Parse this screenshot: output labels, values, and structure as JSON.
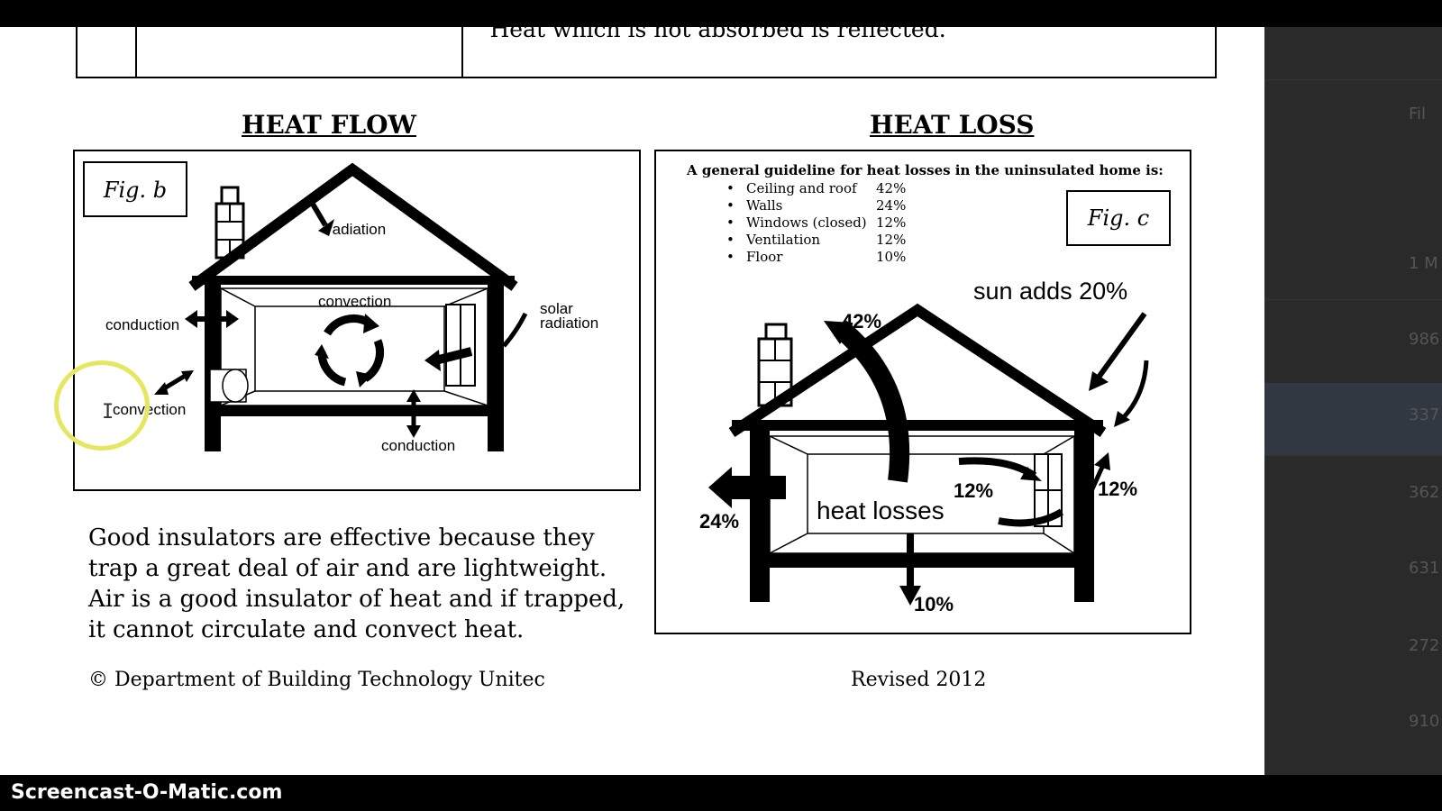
{
  "table_fragment": {
    "text": "Heat which is not absorbed is reflected."
  },
  "left_section": {
    "heading": "HEAT FLOW",
    "fig_label": "Fig. b",
    "labels": {
      "radiation": "radiation",
      "convection_top": "convection",
      "conduction_left": "conduction",
      "solar": "solar",
      "solar_radiation": "radiation",
      "convection_bottom": "convection",
      "conduction_bottom": "conduction"
    }
  },
  "right_section": {
    "heading": "HEAT LOSS",
    "fig_label": "Fig. c",
    "guideline_title": "A general guideline for heat losses in the uninsulated home is:",
    "guideline_items": [
      {
        "label": "Ceiling and roof",
        "value": "42%"
      },
      {
        "label": "Walls",
        "value": "24%"
      },
      {
        "label": "Windows (closed)",
        "value": "12%"
      },
      {
        "label": "Ventilation",
        "value": "12%"
      },
      {
        "label": "Floor",
        "value": "10%"
      }
    ],
    "labels": {
      "sun_adds": "sun adds 20%",
      "roof_pct": "42%",
      "wall_pct": "24%",
      "window_pct": "12%",
      "vent_pct": "12%",
      "floor_pct": "10%",
      "heat_losses": "heat losses"
    }
  },
  "paragraph": "Good insulators are effective because they trap a great deal of air and are lightweight. Air is a good insulator of heat and if trapped, it cannot circulate and convect heat.",
  "footer": {
    "copyright": "© Department of Building Technology Unitec",
    "revised": "Revised 2012"
  },
  "side_panel": {
    "items": [
      "Fil",
      "1 M",
      "986",
      "337",
      "362",
      "631",
      "272",
      "910"
    ]
  },
  "branding": {
    "label": "Screencast-O-Matic.com"
  }
}
